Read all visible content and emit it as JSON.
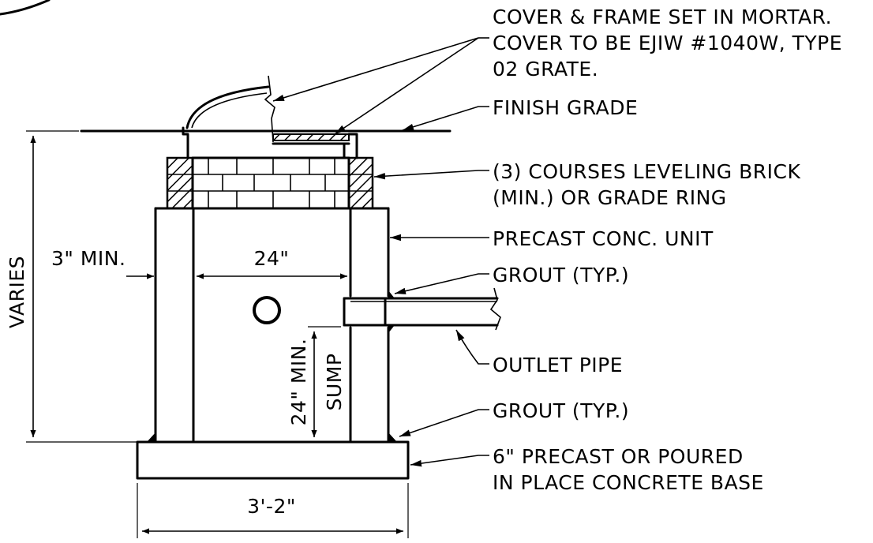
{
  "labels": {
    "cover_line1": "COVER & FRAME SET IN MORTAR.",
    "cover_line2": "COVER TO BE EJIW #1040W, TYPE",
    "cover_line3": "02 GRATE.",
    "finish_grade": "FINISH GRADE",
    "brick_line1": "(3) COURSES LEVELING BRICK",
    "brick_line2": "(MIN.) OR GRADE RING",
    "precast_unit": "PRECAST CONC. UNIT",
    "grout_top": "GROUT (TYP.)",
    "outlet_pipe": "OUTLET PIPE",
    "grout_bottom": "GROUT (TYP.)",
    "base_line1": "6\" PRECAST OR POURED",
    "base_line2": "IN PLACE CONCRETE BASE"
  },
  "dimensions": {
    "varies": "VARIES",
    "wall_min": "3\" MIN.",
    "inner_width": "24\"",
    "sump_depth": "24\" MIN.",
    "sump": "SUMP",
    "base_width": "3'-2\""
  }
}
